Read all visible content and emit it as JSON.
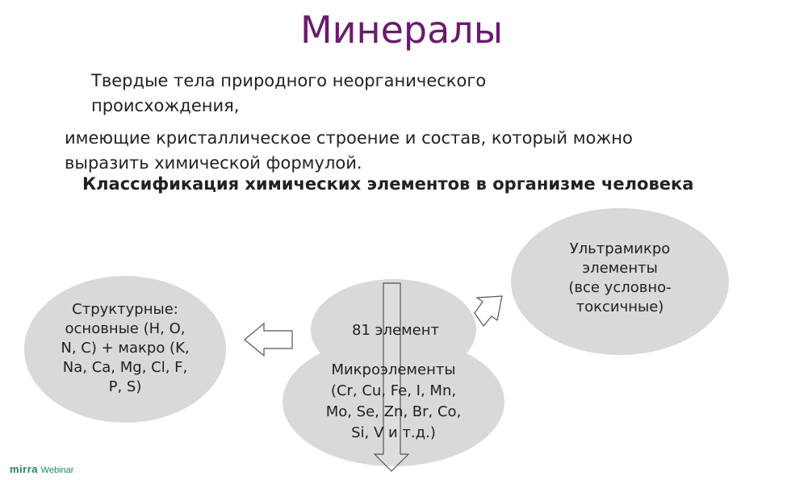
{
  "title": "Минералы",
  "definition": {
    "line1": "Твердые тела природного неорганического",
    "line2": "происхождения,",
    "line3": "имеющие кристаллическое строение и состав, который можно",
    "line4": "выразить химической формулой."
  },
  "classification_heading": "Классификация химических элементов в организме человека",
  "nodes": {
    "structural": {
      "line1": "Структурные:",
      "line2": "основные (H, O,",
      "line3": "N, C) + макро (K,",
      "line4": "Na, Ca, Mg, Cl, F,",
      "line5": "P, S)"
    },
    "center": {
      "label": "81 элемент"
    },
    "micro": {
      "line1": "Микроэлементы",
      "line2": "(Cr, Cu, Fe, I, Mn,",
      "line3": "Mo, Se, Zn, Br, Co,",
      "line4": "Si, V и т.д.)"
    },
    "ultramicro": {
      "line1": "Ультрамикро",
      "line2": "элементы",
      "line3": "(все условно-",
      "line4": "токсичные)"
    }
  },
  "logo": {
    "brand": "mirra",
    "suffix": "Webinar"
  },
  "colors": {
    "title": "#6b1a6e",
    "ellipse_fill": "#d9d9d9",
    "logo": "#1e8a4c"
  }
}
